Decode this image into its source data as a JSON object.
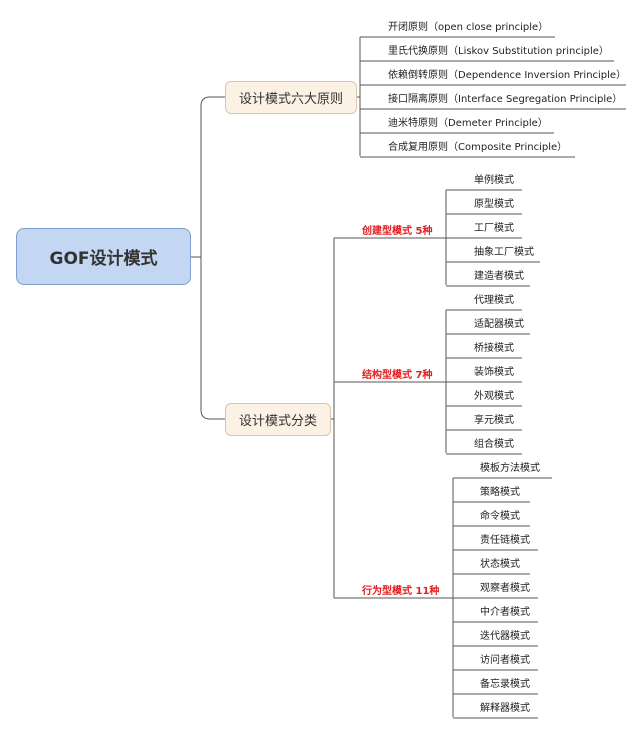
{
  "root": {
    "label": "GOF设计模式"
  },
  "principles": {
    "label": "设计模式六大原则",
    "items": [
      "开闭原则（open close principle）",
      "里氏代换原则（Liskov Substitution principle）",
      "依赖倒转原则（Dependence Inversion Principle）",
      "接口隔离原则（Interface Segregation Principle）",
      "迪米特原则（Demeter Principle）",
      "合成复用原则（Composite Principle）"
    ]
  },
  "classification": {
    "label": "设计模式分类",
    "creational": {
      "label": "创建型模式 5种",
      "items": [
        "单例模式",
        "原型模式",
        "工厂模式",
        "抽象工厂模式",
        "建造者模式"
      ]
    },
    "structural": {
      "label": "结构型模式 7种",
      "items": [
        "代理模式",
        "适配器模式",
        "桥接模式",
        "装饰模式",
        "外观模式",
        "享元模式",
        "组合模式"
      ]
    },
    "behavioral": {
      "label": "行为型模式 11种",
      "items": [
        "模板方法模式",
        "策略模式",
        "命令模式",
        "责任链模式",
        "状态模式",
        "观察者模式",
        "中介者模式",
        "迭代器模式",
        "访问者模式",
        "备忘录模式",
        "解释器模式"
      ]
    }
  },
  "colors": {
    "root_fill": "#c3d6f2",
    "topic_fill": "#fbf1e4",
    "category_text": "#e02020",
    "line": "#555555"
  }
}
